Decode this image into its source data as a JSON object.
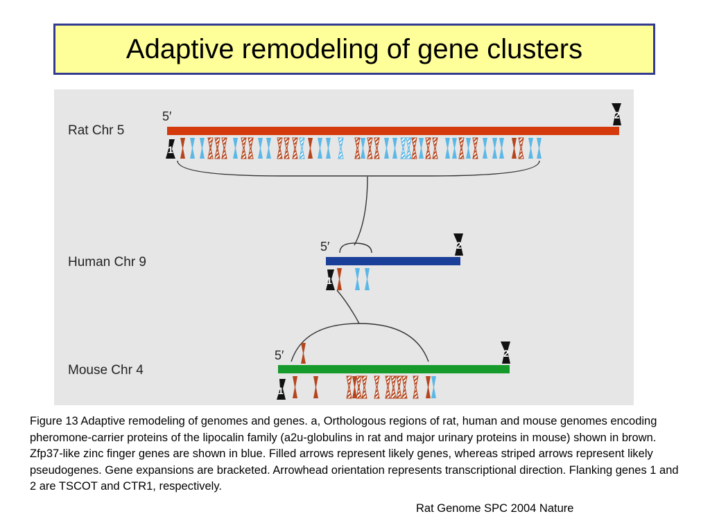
{
  "title": "Adaptive remodeling of gene clusters",
  "figure": {
    "label_5prime": "5′",
    "flank_1": "1",
    "flank_2": "2",
    "tracks": [
      {
        "label": "Rat Chr 5",
        "color": "#d43a0c"
      },
      {
        "label": "Human Chr 9",
        "color": "#1a3f99"
      },
      {
        "label": "Mouse Chr 4",
        "color": "#159a2b"
      }
    ],
    "gene_colors": {
      "lipocalin": "#b5451d",
      "zinc_finger": "#5bb8e6",
      "flank": "#111111"
    }
  },
  "caption": "Figure 13 Adaptive remodeling of genomes and genes. a, Orthologous regions of rat, human and mouse genomes encoding pheromone-carrier proteins of the lipocalin family (a2u-globulins in rat and major urinary proteins in mouse) shown in brown. Zfp37-like zinc finger genes are shown in blue. Filled arrows represent likely genes, whereas striped arrows represent likely pseudogenes. Gene expansions are bracketed. Arrowhead orientation represents transcriptional direction. Flanking genes 1 and 2 are TSCOT and CTR1, respectively.",
  "credit": "Rat Genome SPC 2004 Nature"
}
